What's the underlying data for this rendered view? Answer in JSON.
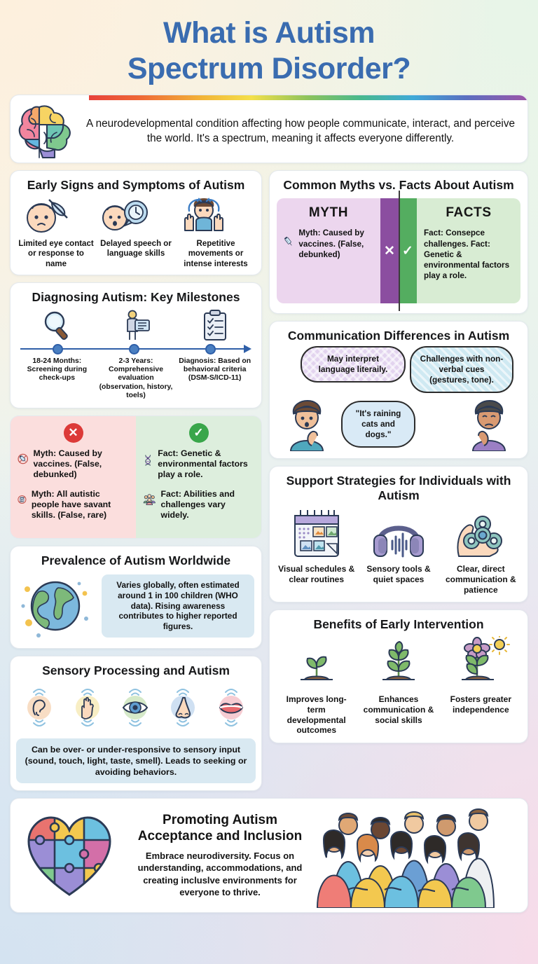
{
  "title": {
    "line1": "What is Autism",
    "line2": "Spectrum Disorder?"
  },
  "intro": {
    "icon": "rainbow-brain-icon",
    "text": "A neurodevelopmental condition affecting how people communicate, interact, and perceive the world. It's a spectrum, meaning it affects everyone differently."
  },
  "early_signs": {
    "title": "Early Signs and Symptoms of Autism",
    "items": [
      {
        "icon": "baby-no-eye-contact-icon",
        "label": "Limited eye contact or response to name"
      },
      {
        "icon": "baby-speech-bubble-clock-icon",
        "label": "Delayed speech or language skills"
      },
      {
        "icon": "child-hand-flapping-icon",
        "label": "Repetitive movements or intense interests"
      }
    ]
  },
  "milestones": {
    "title": "Diagnosing Autism: Key Milestones",
    "items": [
      {
        "icon": "magnifying-glass-icon",
        "label": "18-24 Months: Screening during check-ups"
      },
      {
        "icon": "clinician-chart-icon",
        "label": "2-3 Years: Comprehensive evaluation (observation, history, toels)"
      },
      {
        "icon": "clipboard-checklist-icon",
        "label": "Diagnosis: Based on behavioral criteria (DSM-S/ICD-11)"
      }
    ]
  },
  "myth_fact_split": {
    "myth_badge": "✕",
    "fact_badge": "✓",
    "myths": [
      {
        "icon": "no-syringe-icon",
        "text": "Myth: Caused by vaccines. (False, debunked)"
      },
      {
        "icon": "no-calculator-icon",
        "text": "Myth: All autistic people have savant skills. (False, rare)"
      }
    ],
    "facts": [
      {
        "icon": "dna-helix-icon",
        "text": "Fact: Genetic & environmental factors play a role."
      },
      {
        "icon": "group-people-icon",
        "text": "Fact: Abilities and challenges vary widely."
      }
    ]
  },
  "prevalence": {
    "title": "Prevalence of Autism Worldwide",
    "icon": "globe-icon",
    "text": "Varies globally, often estimated around 1 in 100 children (WHO data). Rising awareness contributes to higher reported figures."
  },
  "sensory": {
    "title": "Sensory Processing and Autism",
    "senses": [
      {
        "icon": "ear-icon",
        "color": "#f8ddc4"
      },
      {
        "icon": "hand-icon",
        "color": "#f8eec4"
      },
      {
        "icon": "eye-icon",
        "color": "#d5e9c8"
      },
      {
        "icon": "nose-icon",
        "color": "#cfe0f2"
      },
      {
        "icon": "lips-icon",
        "color": "#f6ccd2"
      }
    ],
    "note": "Can be over- or under-responsive to sensory input (sound, touch, light, taste, smell). Leads to seeking or avoiding behaviors."
  },
  "myths_vs_facts": {
    "title": "Common Myths vs. Facts About Autism",
    "myth_header": "MYTH",
    "fact_header": "FACTS",
    "divider_myth_icon": "✕",
    "divider_fact_icon": "✓",
    "myth_icon": "syringe-icon",
    "myth_text": "Myth: Caused by vaccines. (False, debunked)",
    "fact_text": "Fact: Consepce challenges. Fact: Genetic & environmental factors play a role."
  },
  "communication": {
    "title": "Communication Differences in Autism",
    "bubble_left": "May interpret language literaily.",
    "bubble_right": "Challenges with non-verbal cues (gestures, tone).",
    "bubble_idiom": "\"It's raining cats and dogs.\"",
    "left_person_icon": "confused-person-icon",
    "right_person_icon": "thinking-person-icon"
  },
  "support": {
    "title": "Support Strategies for Individuals with Autism",
    "items": [
      {
        "icon": "visual-schedule-calendar-icon",
        "label": "Visual schedules & clear routines"
      },
      {
        "icon": "headphones-icon",
        "label": "Sensory tools & quiet spaces"
      },
      {
        "icon": "fidget-spinner-hand-icon",
        "label": "Clear, direct communication & patience"
      }
    ]
  },
  "benefits": {
    "title": "Benefits of Early Intervention",
    "items": [
      {
        "icon": "seedling-icon",
        "label": "Improves long-term developmental outcomes"
      },
      {
        "icon": "growing-plant-icon",
        "label": "Enhances communication & social skills"
      },
      {
        "icon": "flowering-plant-sun-icon",
        "label": "Fosters greater independence"
      }
    ]
  },
  "acceptance": {
    "title": "Promoting Autism Acceptance and Inclusion",
    "text": "Embrace neurodiversity. Focus on understanding, accommodations, and creating incluslve environments for everyone to thrive.",
    "heart_icon": "puzzle-heart-icon",
    "people_icon": "diverse-group-icon"
  },
  "colors": {
    "title_blue": "#3a6cb0",
    "myth_pink": "#fbdedd",
    "fact_green": "#ddeedd",
    "myth_purple": "#ecd6ee",
    "fact_lightgreen": "#d8ecd3",
    "accent_blue": "#2f5fa8",
    "info_box_blue": "#d9e9f2"
  }
}
